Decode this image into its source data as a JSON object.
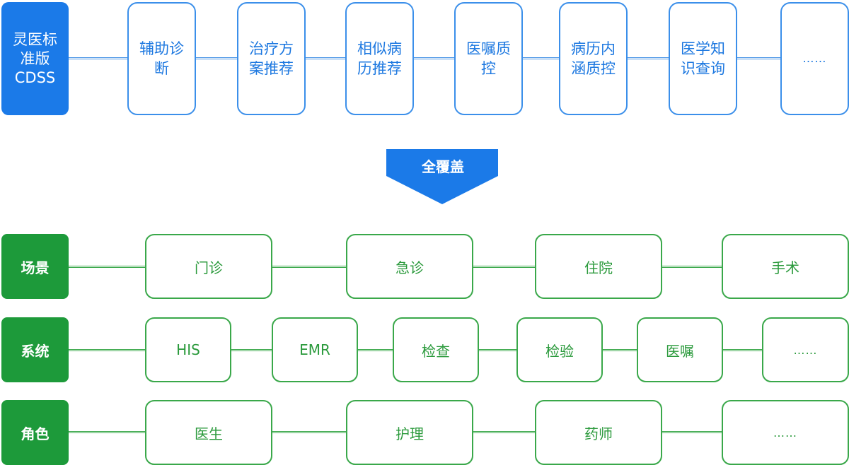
{
  "colors": {
    "blue_primary": "#1b7ae8",
    "blue_outline": "#3b8fea",
    "green_primary": "#1d9a3a",
    "green_outline": "#3aa84a"
  },
  "top": {
    "title": "灵医标\n准版\nCDSS",
    "modules": [
      "辅助诊\n断",
      "治疗方\n案推荐",
      "相似病\n历推荐",
      "医嘱质\n控",
      "病历内\n涵质控",
      "医学知\n识查询",
      "……"
    ]
  },
  "arrow": {
    "label": "全覆盖"
  },
  "rows": [
    {
      "label": "场景",
      "items": [
        "门诊",
        "急诊",
        "住院",
        "手术"
      ]
    },
    {
      "label": "系统",
      "items": [
        "HIS",
        "EMR",
        "检查",
        "检验",
        "医嘱",
        "……"
      ]
    },
    {
      "label": "角色",
      "items": [
        "医生",
        "护理",
        "药师",
        "……"
      ]
    }
  ]
}
